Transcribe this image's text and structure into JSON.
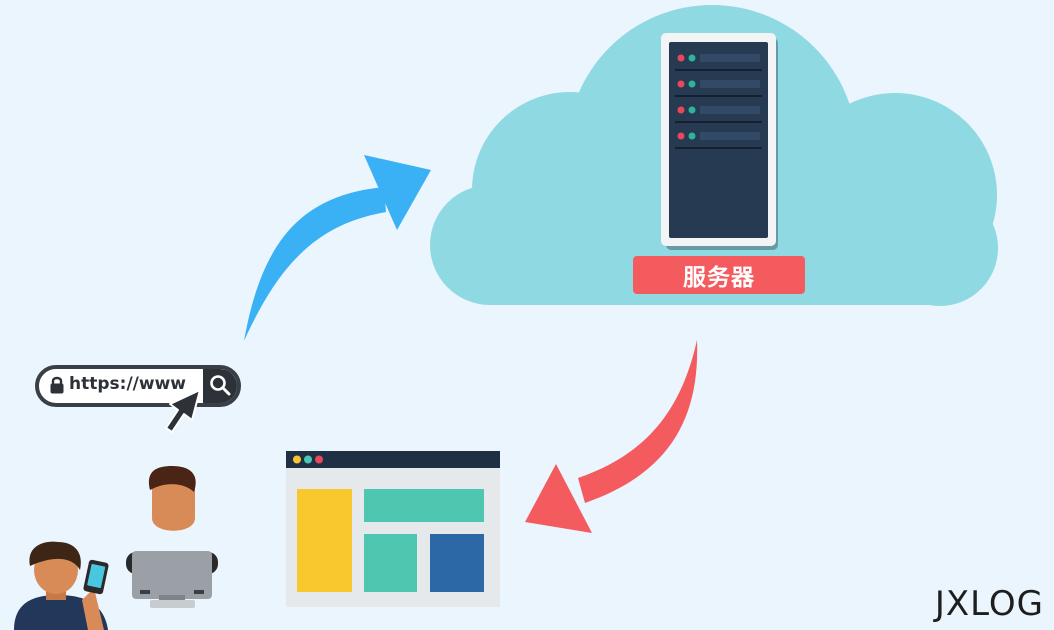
{
  "server": {
    "label": "服务器"
  },
  "address_bar": {
    "text": "https://www"
  },
  "brand": {
    "text": "JXLOG"
  },
  "colors": {
    "cloud": "#8fd9e3",
    "request_arrow": "#3ab0f5",
    "response_arrow": "#f45b5f",
    "server_body": "#263a52",
    "label_bg": "#f45b5f"
  },
  "icons": [
    "lock-icon",
    "search-icon",
    "cursor-arrow-icon",
    "server-rack-icon",
    "browser-window-icon",
    "phone-icon",
    "monitor-icon",
    "person-icon"
  ]
}
